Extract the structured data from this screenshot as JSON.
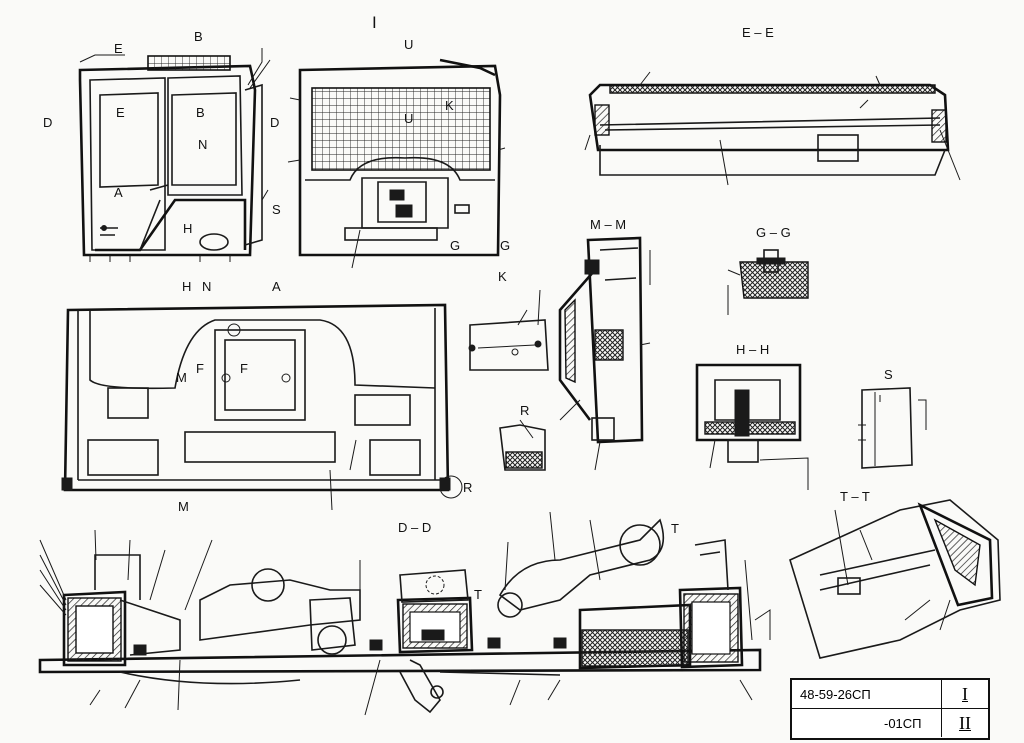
{
  "labels": {
    "view_one": "I",
    "section_ee": "E – E",
    "section_mm": "M – M",
    "section_gg": "G – G",
    "section_hh": "H – H",
    "section_dd": "D – D",
    "section_tt": "T – T",
    "view_a": "A",
    "view_k": "K",
    "view_r": "R",
    "view_s": "S"
  },
  "cut_marks": {
    "e_top": "E",
    "e_mid": "E",
    "b_top": "B",
    "b_mid": "B",
    "d_left": "D",
    "d_right": "D",
    "n_cab": "N",
    "a_cab": "A",
    "h_cab": "H",
    "s_cab": "S",
    "h_bottom": "H",
    "n_bottom": "N",
    "u_top": "U",
    "u_mid": "U",
    "k_rear": "K",
    "g_left": "G",
    "g_right": "G",
    "m_left": "M",
    "f_left": "F",
    "f_right": "F",
    "m_bottom": "M",
    "r_circle": "R",
    "t_dd": "T",
    "t_right": "T"
  },
  "stamp": {
    "row1_code": "48-59-26СП",
    "row1_sheet": "I",
    "row2_code": "-01СП",
    "row2_sheet": "II"
  }
}
